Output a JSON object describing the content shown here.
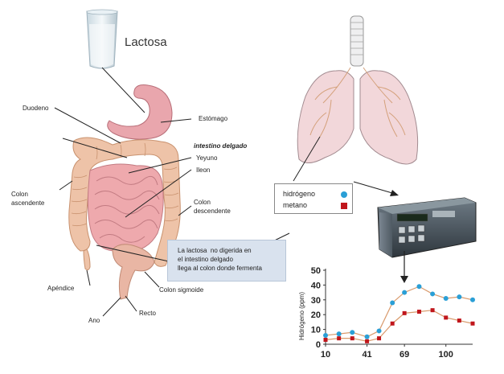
{
  "title": "Lactosa",
  "labels": {
    "duodeno": "Duodeno",
    "estomago": "Estómago",
    "intestino": "intestino delgado",
    "yeyuno": "Yeyuno",
    "ileon": "Ileon",
    "colon_asc_1": "Colon",
    "colon_asc_2": "ascendente",
    "colon_desc_1": "Colon",
    "colon_desc_2": "descendente",
    "apendice": "Apéndice",
    "colon_sig": "Colon sigmoide",
    "recto": "Recto",
    "ano": "Ano"
  },
  "note": {
    "line1": "La lactosa  no digerida en",
    "line2": "el intestino delgado",
    "line3": "llega al colon donde fermenta"
  },
  "legend": {
    "h2": "hidrógeno",
    "ch4": "metano",
    "h2_color": "#2a9fd6",
    "ch4_color": "#c0161c"
  },
  "chart_data": {
    "type": "line",
    "ylabel": "Hidrógeno (ppm)",
    "xlabel": "",
    "xlim": [
      10,
      120
    ],
    "ylim": [
      0,
      50
    ],
    "xticks": [
      10,
      41,
      69,
      100
    ],
    "yticks": [
      0,
      10,
      20,
      30,
      40,
      50
    ],
    "grid": false,
    "series": [
      {
        "name": "hidrógeno",
        "color": "#2a9fd6",
        "line_color": "#d99a6c",
        "marker": "circle",
        "x": [
          10,
          20,
          30,
          41,
          50,
          60,
          69,
          80,
          90,
          100,
          110,
          120
        ],
        "y": [
          6,
          7,
          8,
          5,
          9,
          28,
          35,
          39,
          34,
          31,
          32,
          30
        ]
      },
      {
        "name": "metano",
        "color": "#c0161c",
        "line_color": "#d99a6c",
        "marker": "square",
        "x": [
          10,
          20,
          30,
          41,
          50,
          60,
          69,
          80,
          90,
          100,
          110,
          120
        ],
        "y": [
          3,
          4,
          4,
          2,
          4,
          14,
          21,
          22,
          23,
          18,
          16,
          14
        ]
      }
    ]
  }
}
